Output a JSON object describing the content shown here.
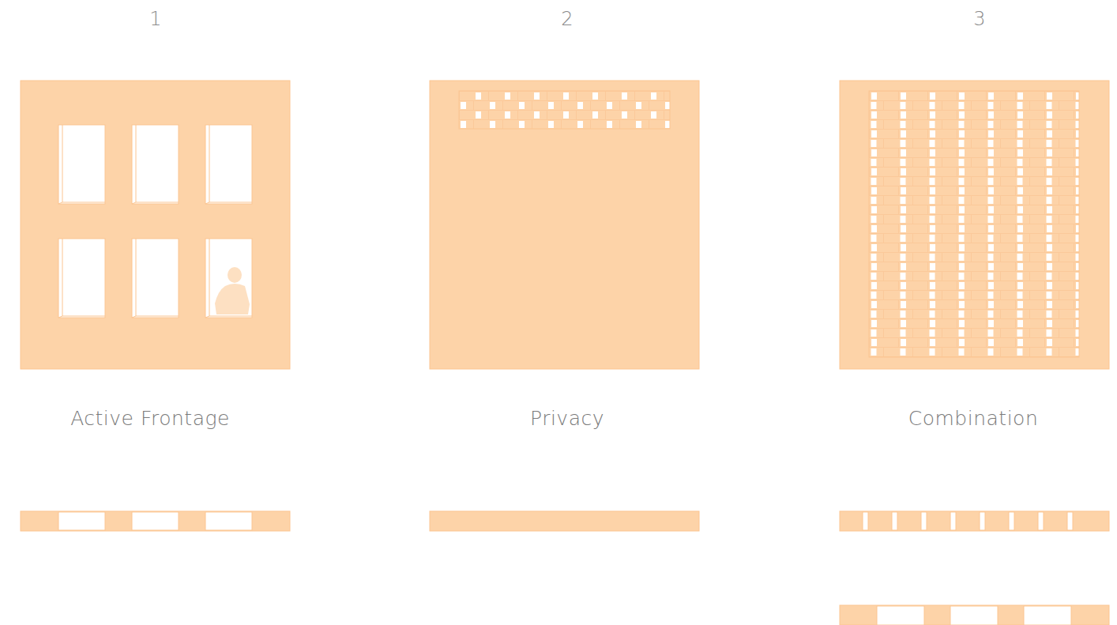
{
  "diagram": {
    "labels": [
      "1",
      "2",
      "3",
      "Active Frontage",
      "Privacy",
      "Combination"
    ]
  }
}
